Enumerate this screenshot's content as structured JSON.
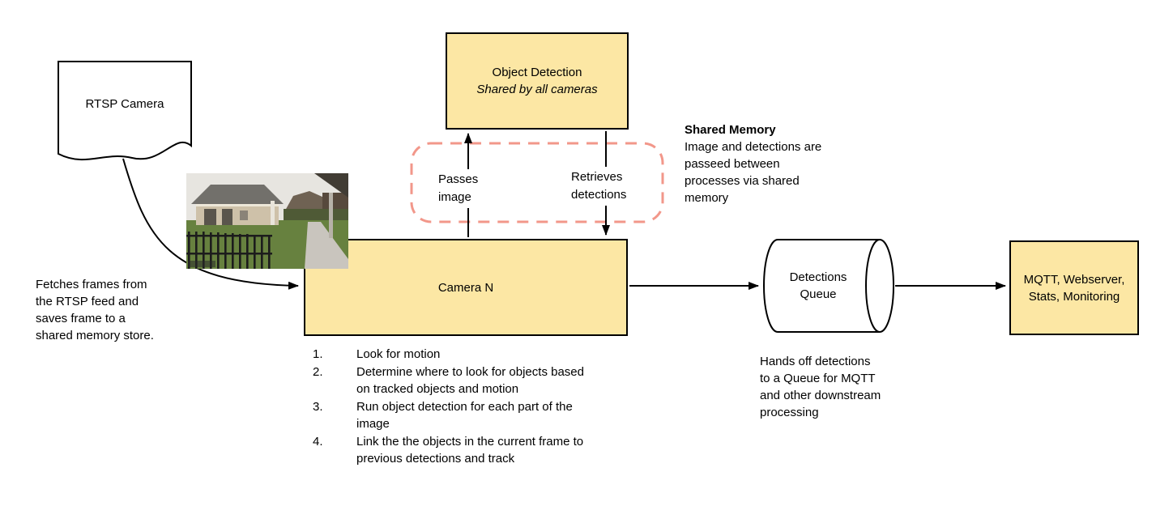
{
  "colors": {
    "box_fill": "#FCE7A4",
    "box_border": "#000000",
    "dash": "#F2978A",
    "arrow": "#000000"
  },
  "nodes": {
    "rtsp_camera": {
      "label": "RTSP Camera"
    },
    "object_detection": {
      "title": "Object Detection",
      "subtitle": "Shared by all cameras"
    },
    "camera_n": {
      "label": "Camera N"
    },
    "detections_queue": {
      "label": "Detections\nQueue"
    },
    "outputs": {
      "label": "MQTT, Webserver,\nStats, Monitoring"
    }
  },
  "edge_labels": {
    "passes_image": "Passes\nimage",
    "retrieves_detections": "Retrieves\ndetections"
  },
  "notes": {
    "fetch_frames": "Fetches frames from the RTSP feed and saves frame to a shared memory store.",
    "shared_memory_title": "Shared Memory",
    "shared_memory_body": "Image and detections are passeed between processes via shared memory",
    "queue_handoff": "Hands off detections to a Queue for MQTT and other downstream processing"
  },
  "camera_steps": [
    "Look for motion",
    "Determine where to look for objects based on tracked objects and motion",
    "Run object detection for each part of the image",
    "Link the the objects in the current frame to previous detections and track"
  ]
}
